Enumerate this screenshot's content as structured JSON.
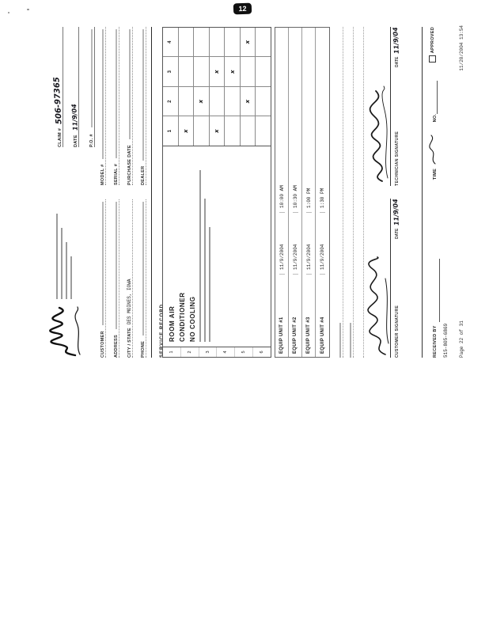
{
  "stamp": {
    "label": "12"
  },
  "fax": {
    "datetime": "11/20/2004 13:54",
    "page": "Page 22 of 31"
  },
  "claim": {
    "claim_label": "CLAIM #",
    "claim_value": "506-97365",
    "date_label": "DATE",
    "date_value": "11/9/04",
    "po_label": "P.O. #"
  },
  "fields": {
    "left": [
      {
        "label": "CUSTOMER"
      },
      {
        "label": "ADDRESS"
      },
      {
        "label": "CITY / STATE",
        "value": "DES MOINES, IOWA"
      },
      {
        "label": "PHONE"
      }
    ],
    "right": [
      {
        "label": "MODEL #"
      },
      {
        "label": "SERIAL #"
      },
      {
        "label": "PURCHASE DATE"
      },
      {
        "label": "DEALER"
      }
    ]
  },
  "section": {
    "title": "SERVICE RECORD"
  },
  "service_table": {
    "col_headers": [
      "1",
      "2",
      "3",
      "4"
    ],
    "notes": [
      "ROOM AIR",
      "CONDITIONER",
      "NO COOLING"
    ],
    "rows": [
      {
        "num": "1",
        "marks": [
          "x",
          "",
          "",
          ""
        ]
      },
      {
        "num": "2",
        "marks": [
          "",
          "x",
          "",
          ""
        ]
      },
      {
        "num": "3",
        "marks": [
          "x",
          "",
          "x",
          ""
        ]
      },
      {
        "num": "4",
        "marks": [
          "",
          "",
          "x",
          ""
        ]
      },
      {
        "num": "5",
        "marks": [
          "",
          "x",
          "",
          "x"
        ]
      },
      {
        "num": "6",
        "marks": [
          "",
          "",
          "",
          ""
        ]
      }
    ]
  },
  "equipment": {
    "rows": [
      {
        "label": "EQUIP UNIT #1",
        "date": "11/9/2004",
        "time": "10:00 AM"
      },
      {
        "label": "EQUIP UNIT #2",
        "date": "11/9/2004",
        "time": "10:30 AM"
      },
      {
        "label": "EQUIP UNIT #3",
        "date": "11/9/2004",
        "time": "1:00 PM"
      },
      {
        "label": "EQUIP UNIT #4",
        "date": "11/9/2004",
        "time": "1:30 PM"
      }
    ]
  },
  "signatures": {
    "customer_label": "CUSTOMER SIGNATURE",
    "customer_date": "11/9/04",
    "technician_label": "TECHNICIAN SIGNATURE",
    "technician_date": "11/9/04",
    "date_label": "DATE"
  },
  "footer": {
    "received_label": "RECEIVED BY",
    "time_label": "TIME",
    "no_label": "NO.",
    "approved_label": "APPROVED",
    "phone": "515-805-6869"
  }
}
